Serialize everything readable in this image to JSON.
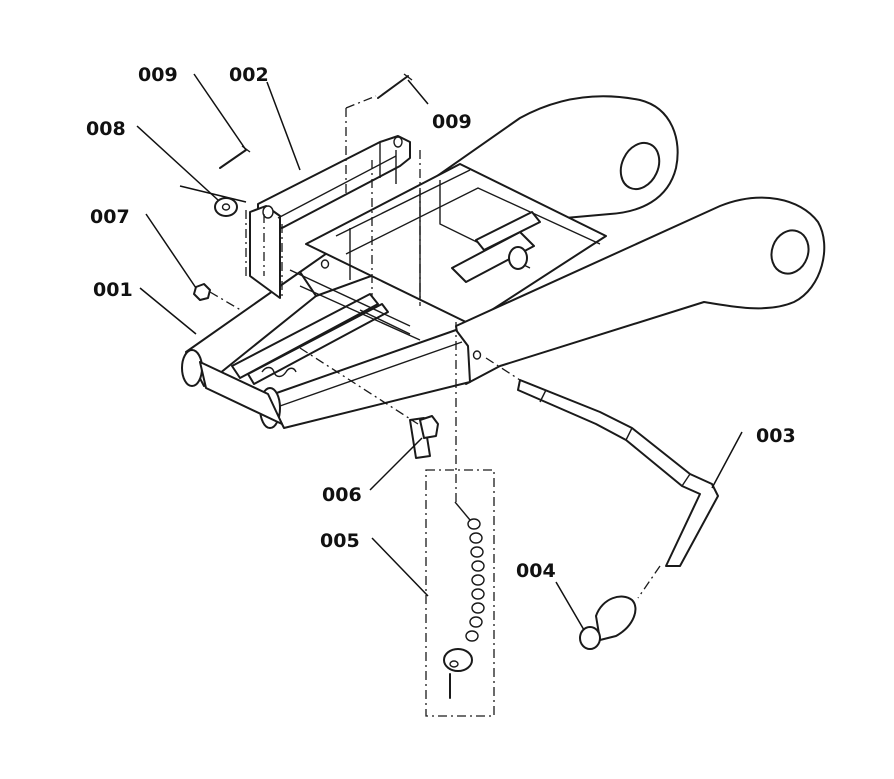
{
  "parts": [
    {
      "id": "p001",
      "label": "001"
    },
    {
      "id": "p002",
      "label": "002"
    },
    {
      "id": "p003",
      "label": "003"
    },
    {
      "id": "p004",
      "label": "004"
    },
    {
      "id": "p005",
      "label": "005"
    },
    {
      "id": "p006",
      "label": "006"
    },
    {
      "id": "p007",
      "label": "007"
    },
    {
      "id": "p008",
      "label": "008"
    },
    {
      "id": "p009a",
      "label": "009"
    },
    {
      "id": "p009b",
      "label": "009"
    }
  ]
}
